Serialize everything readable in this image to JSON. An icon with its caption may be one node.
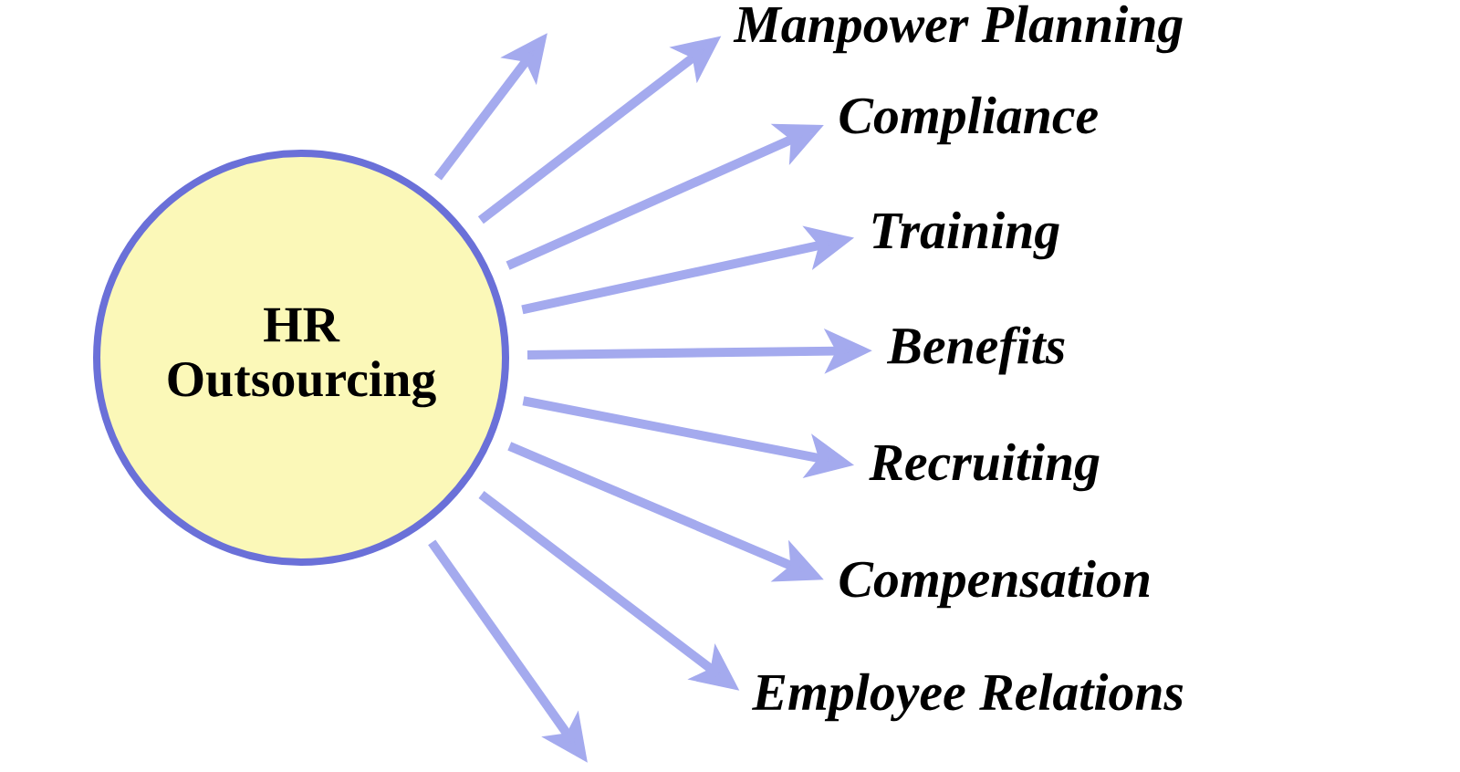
{
  "diagram": {
    "nodes": [
      {
        "text": [
          "HR Outsourcing"
        ]
      },
      {
        "text": [
          "Manpower Planning"
        ]
      },
      {
        "text": [
          "Compliance"
        ]
      },
      {
        "text": [
          "Training"
        ]
      },
      {
        "text": [
          "Benefits"
        ]
      },
      {
        "text": [
          "Recruiting"
        ]
      },
      {
        "text": [
          "Compensation"
        ]
      },
      {
        "text": [
          "Employee Relations"
        ]
      }
    ],
    "edges": [
      {
        "from": 0,
        "to": null,
        "arrow": "to"
      },
      {
        "from": 0,
        "to": 1,
        "arrow": "to"
      },
      {
        "from": 0,
        "to": 2,
        "arrow": "to"
      },
      {
        "from": 0,
        "to": 3,
        "arrow": "to"
      },
      {
        "from": 0,
        "to": 4,
        "arrow": "to"
      },
      {
        "from": 0,
        "to": 5,
        "arrow": "to"
      },
      {
        "from": 0,
        "to": 6,
        "arrow": "to"
      },
      {
        "from": 0,
        "to": 7,
        "arrow": "to"
      },
      {
        "from": 0,
        "to": null,
        "arrow": "to"
      }
    ]
  }
}
